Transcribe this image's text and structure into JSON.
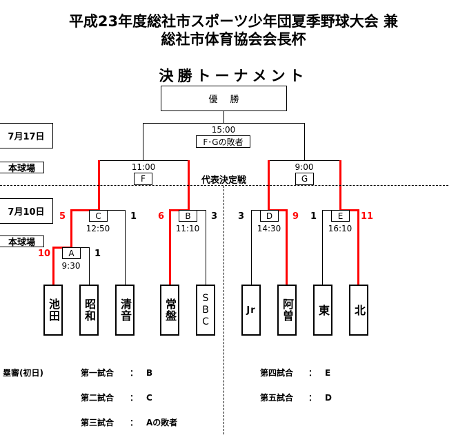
{
  "header": {
    "title_line1": "平成23年度総社市スポーツ少年団夏季野球大会 兼",
    "title_line2": "総社市体育協会会長杯",
    "subtitle": "決勝トーナメント"
  },
  "champion_label": "優勝",
  "side_labels": {
    "date_final": "7月17日",
    "venue_final": "本球場",
    "date_first": "7月10日",
    "venue_first": "本球場",
    "representative_match": "代表決定戦"
  },
  "games": {
    "final": {
      "time": "15:00",
      "label": "F･Gの敗者"
    },
    "F": {
      "time": "11:00",
      "label": "F"
    },
    "G": {
      "time": "9:00",
      "label": "G"
    },
    "A": {
      "time": "9:30",
      "label": "A",
      "score_left": "10",
      "score_right": "1"
    },
    "B": {
      "time": "11:10",
      "label": "B",
      "score_left": "6",
      "score_right": "3"
    },
    "C": {
      "time": "12:50",
      "label": "C",
      "score_left": "5",
      "score_right": "1"
    },
    "D": {
      "time": "14:30",
      "label": "D",
      "score_left": "3",
      "score_right": "9"
    },
    "E": {
      "time": "16:10",
      "label": "E",
      "score_left": "1",
      "score_right": "11"
    }
  },
  "teams": [
    {
      "name": "池田",
      "winner_path": true
    },
    {
      "name": "昭和",
      "winner_path": false
    },
    {
      "name": "清音",
      "winner_path": false
    },
    {
      "name": "常盤",
      "winner_path": true
    },
    {
      "name": "SBC",
      "winner_path": false
    },
    {
      "name": "Jr",
      "winner_path": false
    },
    {
      "name": "阿曽",
      "winner_path": true
    },
    {
      "name": "東",
      "winner_path": false
    },
    {
      "name": "北",
      "winner_path": true
    }
  ],
  "umpires": {
    "heading": "塁審(初日)",
    "items": [
      {
        "game": "第一試合",
        "assignment": "B"
      },
      {
        "game": "第二試合",
        "assignment": "C"
      },
      {
        "game": "第三試合",
        "assignment": "Aの敗者"
      },
      {
        "game": "第四試合",
        "assignment": "E"
      },
      {
        "game": "第五試合",
        "assignment": "D"
      }
    ],
    "separator": "："
  },
  "colors": {
    "winner_line": "#ff0000",
    "line": "#000000"
  }
}
